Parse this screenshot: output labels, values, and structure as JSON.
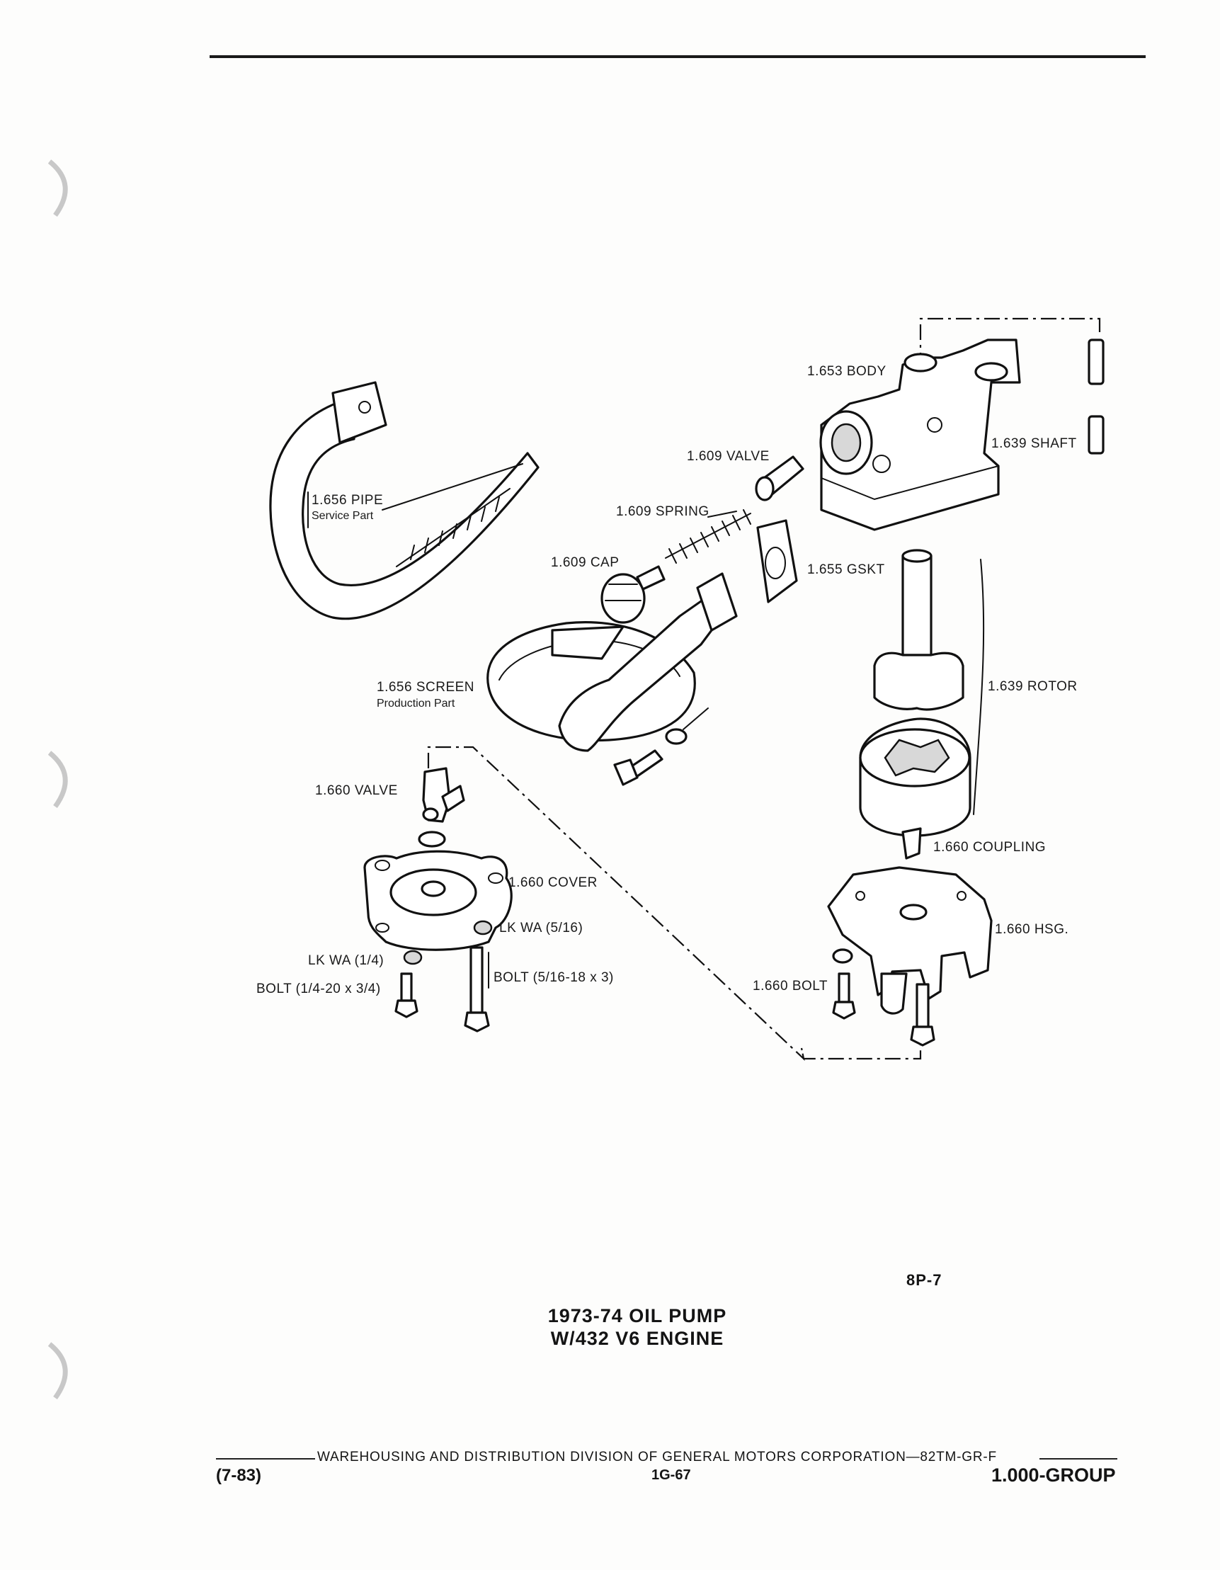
{
  "labels": {
    "body": "1.653 BODY",
    "shaft": "1.639 SHAFT",
    "valve_top": "1.609 VALVE",
    "spring": "1.609 SPRING",
    "pipe": "1.656  PIPE",
    "pipe_sub": "Service Part",
    "cap": "1.609 CAP",
    "gasket": "1.655 GSKT",
    "screen": "1.656 SCREEN",
    "screen_sub": "Production Part",
    "rotor": "1.639 ROTOR",
    "valve_lower": "1.660 VALVE",
    "coupling": "1.660 COUPLING",
    "cover": "1.660 COVER",
    "lkwa_516": "LK WA (5/16)",
    "housing": "1.660 HSG.",
    "lkwa_14": "LK WA (1/4)",
    "bolt_516": "BOLT (5/16-18 x 3)",
    "bolt_14": "BOLT (1/4-20 x 3/4)",
    "bolt_hsg": "1.660 BOLT"
  },
  "sheet_code": "8P-7",
  "title": {
    "line1": "1973-74 OIL PUMP",
    "line2": "W/432 V6 ENGINE"
  },
  "footer": {
    "division": "WAREHOUSING AND DISTRIBUTION  DIVISION OF GENERAL MOTORS CORPORATION—82TM-GR-F",
    "date": "(7-83)",
    "page": "1G-67",
    "group": "1.000-GROUP"
  }
}
